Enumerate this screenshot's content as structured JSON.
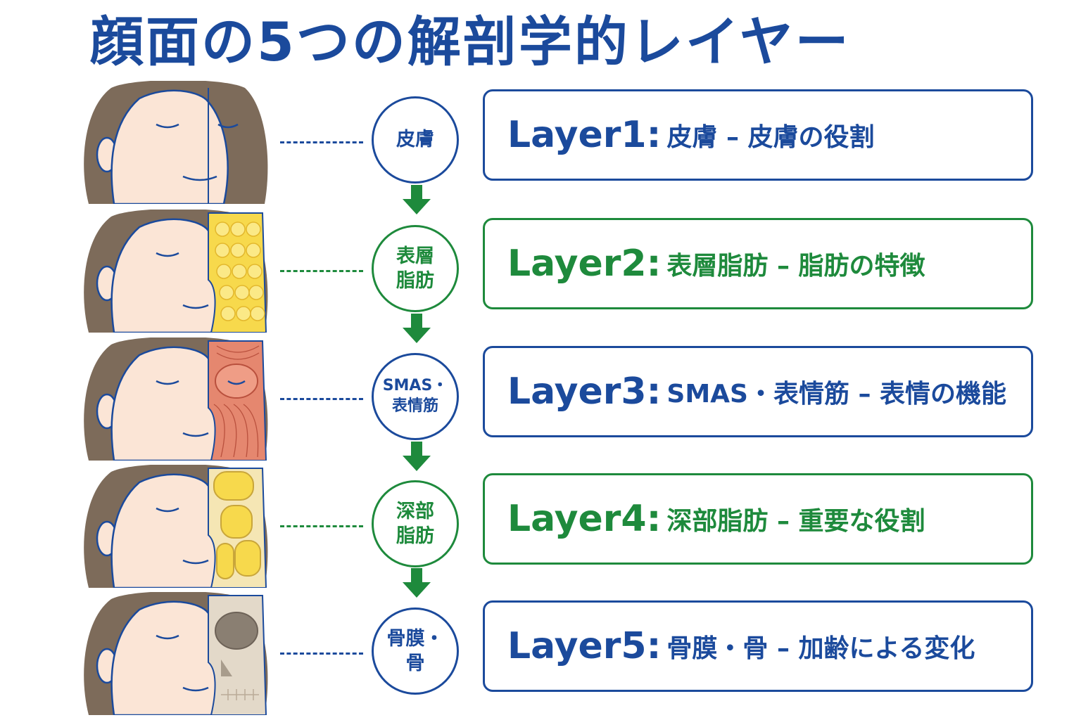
{
  "title": "顔面の5つの解剖学的レイヤー",
  "colors": {
    "blue": "#1b4a9c",
    "green": "#1e8a3c",
    "skin": "#fbe5d6",
    "hair": "#7d6b5a",
    "fat": "#f7d94c",
    "muscle": "#e5876f",
    "bone": "#d8cdbd"
  },
  "layers": [
    {
      "circle": "皮膚",
      "name": "Layer1:",
      "desc": "皮膚 – 皮膚の役割",
      "color": "blue",
      "overlay": "none"
    },
    {
      "circle": "表層\n脂肪",
      "name": "Layer2:",
      "desc": "表層脂肪 – 脂肪の特徴",
      "color": "green",
      "overlay": "fat"
    },
    {
      "circle": "SMAS・\n表情筋",
      "name": "Layer3:",
      "desc": "SMAS・表情筋 – 表情の機能",
      "color": "blue",
      "overlay": "muscle"
    },
    {
      "circle": "深部\n脂肪",
      "name": "Layer4:",
      "desc": "深部脂肪 – 重要な役割",
      "color": "green",
      "overlay": "deep-fat"
    },
    {
      "circle": "骨膜・\n骨",
      "name": "Layer5:",
      "desc": "骨膜・骨 – 加齢による変化",
      "color": "blue",
      "overlay": "bone"
    }
  ]
}
